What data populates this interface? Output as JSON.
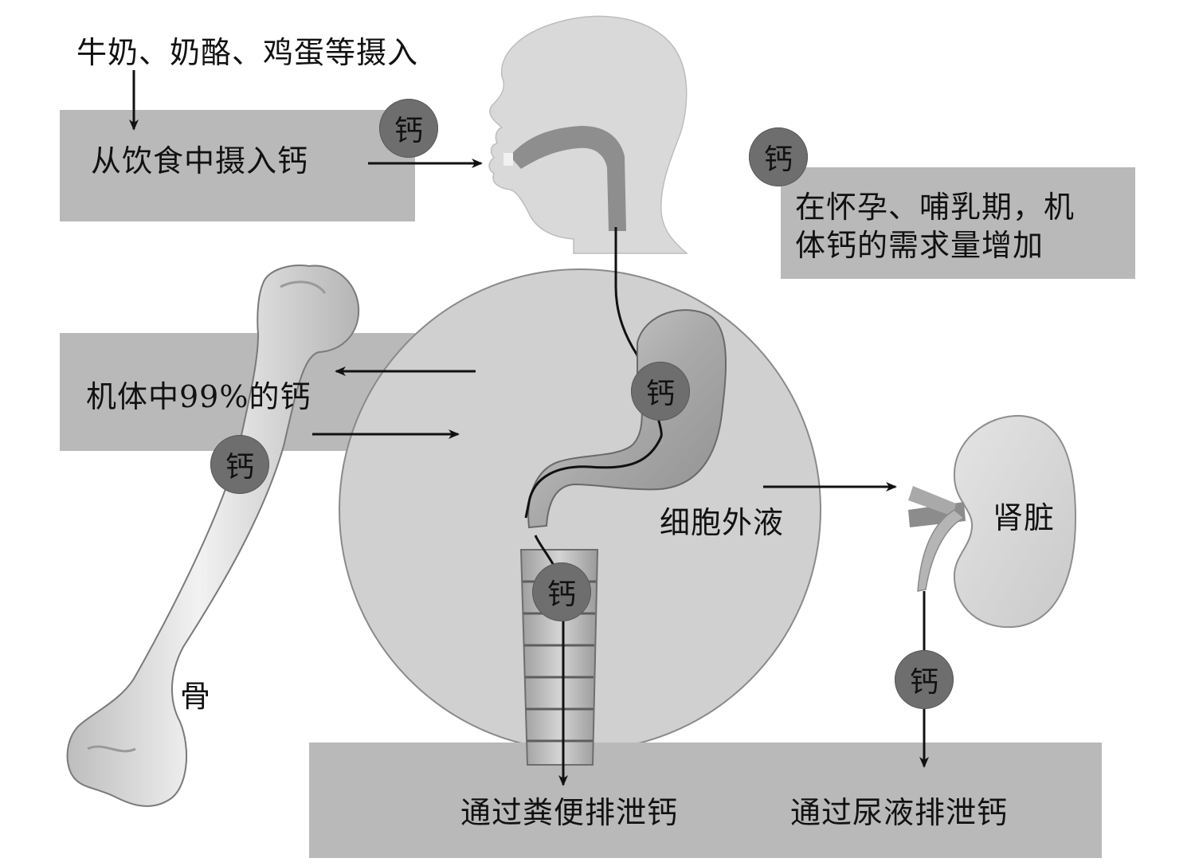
{
  "intake_source": "牛奶、奶酪、鸡蛋等摄入",
  "dietary_intake": "从饮食中摄入钙",
  "pregnancy_note_line1": "在怀孕、哺乳期，机",
  "pregnancy_note_line2": "体钙的需求量增加",
  "bone_store": "机体中99%的钙",
  "extracellular_fluid": "细胞外液",
  "kidney": "肾脏",
  "bone": "骨",
  "fecal_excretion": "通过粪便排泄钙",
  "urine_excretion": "通过尿液排泄钙",
  "calcium": "钙",
  "colors": {
    "panel_gray": "#b9b9b9",
    "circle_gray": "#d0d0d0",
    "badge_gray": "#6e6e6e"
  }
}
